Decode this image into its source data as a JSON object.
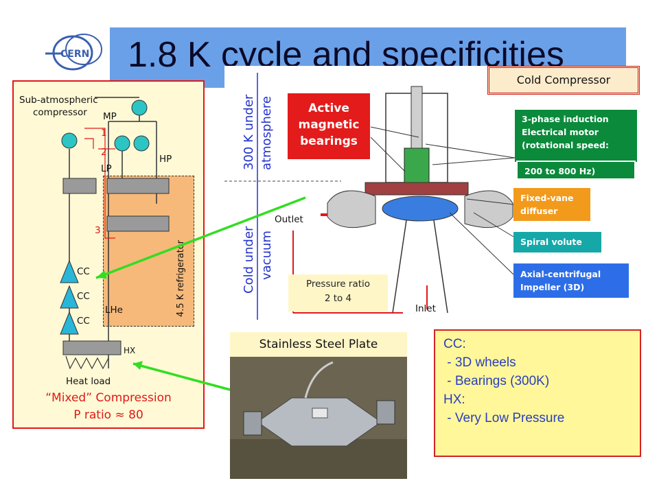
{
  "slide": {
    "title": "1.8 K cycle and specificities"
  },
  "left_diagram": {
    "labels": {
      "sub_atmospheric": "Sub-atmospheric",
      "compressor": "compressor",
      "mp": "MP",
      "hp": "HP",
      "lp": "LP",
      "n1": "1",
      "n2": "2",
      "n3": "3",
      "cc1": "CC",
      "cc2": "CC",
      "cc3": "CC",
      "lhe": "LHe",
      "hx": "HX",
      "heat_load": "Heat load",
      "refrigerator": "4.5 K refrigerator"
    },
    "caption_line1": "“Mixed” Compression",
    "caption_line2": "P ratio ≈ 80"
  },
  "compressor_diagram": {
    "side_top_line1": "300 K under",
    "side_top_line2": "atmosphere",
    "side_bottom_line1": "Cold under",
    "side_bottom_line2": "vacuum",
    "outlet": "Outlet",
    "inlet": "Inlet",
    "active_bearings_line1": "Active",
    "active_bearings_line2": "magnetic",
    "active_bearings_line3": "bearings",
    "pressure_line1": "Pressure ratio",
    "pressure_line2": "2 to 4"
  },
  "cold_compressor_box": "Cold Compressor",
  "callouts": {
    "motor_line1": "3-phase induction",
    "motor_line2": "Electrical motor",
    "motor_line3": "(rotational speed:",
    "motor_line4": "200 to 800 Hz)",
    "diffuser_line1": "Fixed-vane",
    "diffuser_line2": "diffuser",
    "volute": "Spiral volute",
    "impeller_line1": "Axial-centrifugal",
    "impeller_line2": "Impeller (3D)"
  },
  "stainless_plate": "Stainless Steel Plate",
  "notes": {
    "line1": "CC:",
    "line2": " - 3D wheels",
    "line3": " - Bearings (300K)",
    "line4": "HX:",
    "line5": " - Very Low Pressure"
  },
  "colors": {
    "title_bar": "#6aa0e8",
    "red": "#e31b1b",
    "green": "#0b8a3b",
    "orange": "#f29a1c",
    "teal": "#16a8a8",
    "blue": "#2d6ee8",
    "arrow_green": "#33dd22"
  }
}
